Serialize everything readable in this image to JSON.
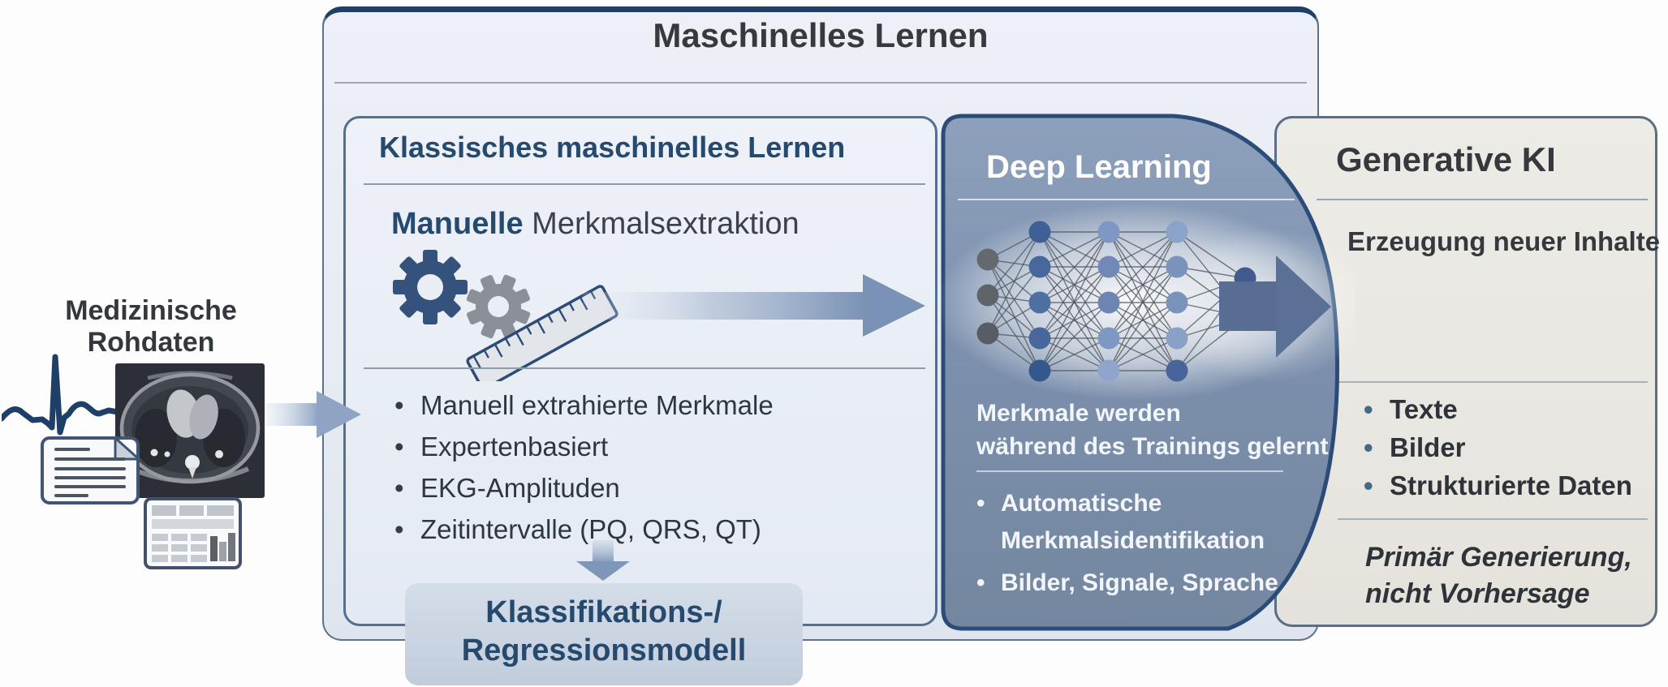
{
  "colors": {
    "accent_navy": "#1f3f66",
    "panel_blue": "#7e92af",
    "panel_border": "#2b4c78",
    "beige_panel": "#eae8e2",
    "heading_dark": "#36393e",
    "heading_navy": "#26496e",
    "white_text": "#f2f6fa",
    "model_box_bg": "#ccd6e3",
    "bullet_dot_blue": "#45678d"
  },
  "outer": {
    "title": "Maschinelles Lernen"
  },
  "raw_data": {
    "label": "Medizinische Rohdaten",
    "icons": [
      "ecg-waveform-icon",
      "ct-scan-icon",
      "text-note-icon",
      "report-table-icon"
    ]
  },
  "classical": {
    "title": "Klassisches maschinelles Lernen",
    "subtitle_emphasis": "Manuelle",
    "subtitle_rest": " Merkmalsextraktion",
    "icons": [
      "gear-icon",
      "gear-icon",
      "ruler-icon",
      "arrow-right-icon"
    ],
    "bullets": [
      "Manuell extrahierte Merkmale",
      "Expertenbasiert",
      "EKG-Amplituden",
      "Zeitintervalle (PQ, QRS, QT)"
    ],
    "model_box": {
      "line1": "Klassifikations-/",
      "line2": "Regressionsmodell"
    }
  },
  "deep_learning": {
    "title": "Deep Learning",
    "note_line1": "Merkmale werden",
    "note_line2": "während des Trainings gelernt",
    "bullets": [
      "Automatische Merkmalsidentifikation",
      "Bilder, Signale, Sprache"
    ],
    "network_layers": [
      3,
      5,
      5,
      5,
      2
    ],
    "icons": [
      "neural-network-icon",
      "arrow-right-icon"
    ]
  },
  "generative_ai": {
    "title": "Generative KI",
    "subtitle": "Erzeugung neuer Inhalte",
    "icons": [
      "document-icon",
      "image-icon",
      "database-icon"
    ],
    "bullets": [
      "Texte",
      "Bilder",
      "Strukturierte Daten"
    ],
    "note_line1": "Primär Generierung,",
    "note_line2": "nicht Vorhersage"
  }
}
